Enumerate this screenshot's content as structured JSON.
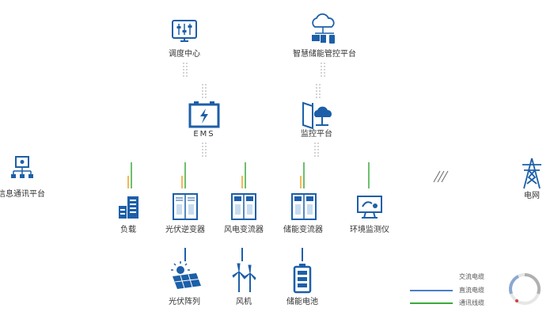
{
  "nodes": {
    "dispatch": "调度中心",
    "smart_platform": "智慧储能管控平台",
    "ems": "EMS",
    "monitor": "监控平台",
    "info_platform": "信息通讯平台",
    "grid": "电网",
    "load": "负载",
    "pv_inverter": "光伏逆变器",
    "wind_converter": "风电变流器",
    "storage_converter": "储能变流器",
    "env_monitor": "环境监测仪",
    "pv_array": "光伏阵列",
    "wind": "风机",
    "battery": "储能电池"
  },
  "legend": {
    "ac": "交流电缆",
    "dc": "直流电缆",
    "comm": "通讯线缆"
  },
  "colors": {
    "icon": "#1d5fa8",
    "ac": "#f0a020",
    "dc": "#8a3fb0",
    "comm": "#3aaa3a",
    "blue_line": "#4a7fc8",
    "teal_line": "#5ab0c0"
  }
}
